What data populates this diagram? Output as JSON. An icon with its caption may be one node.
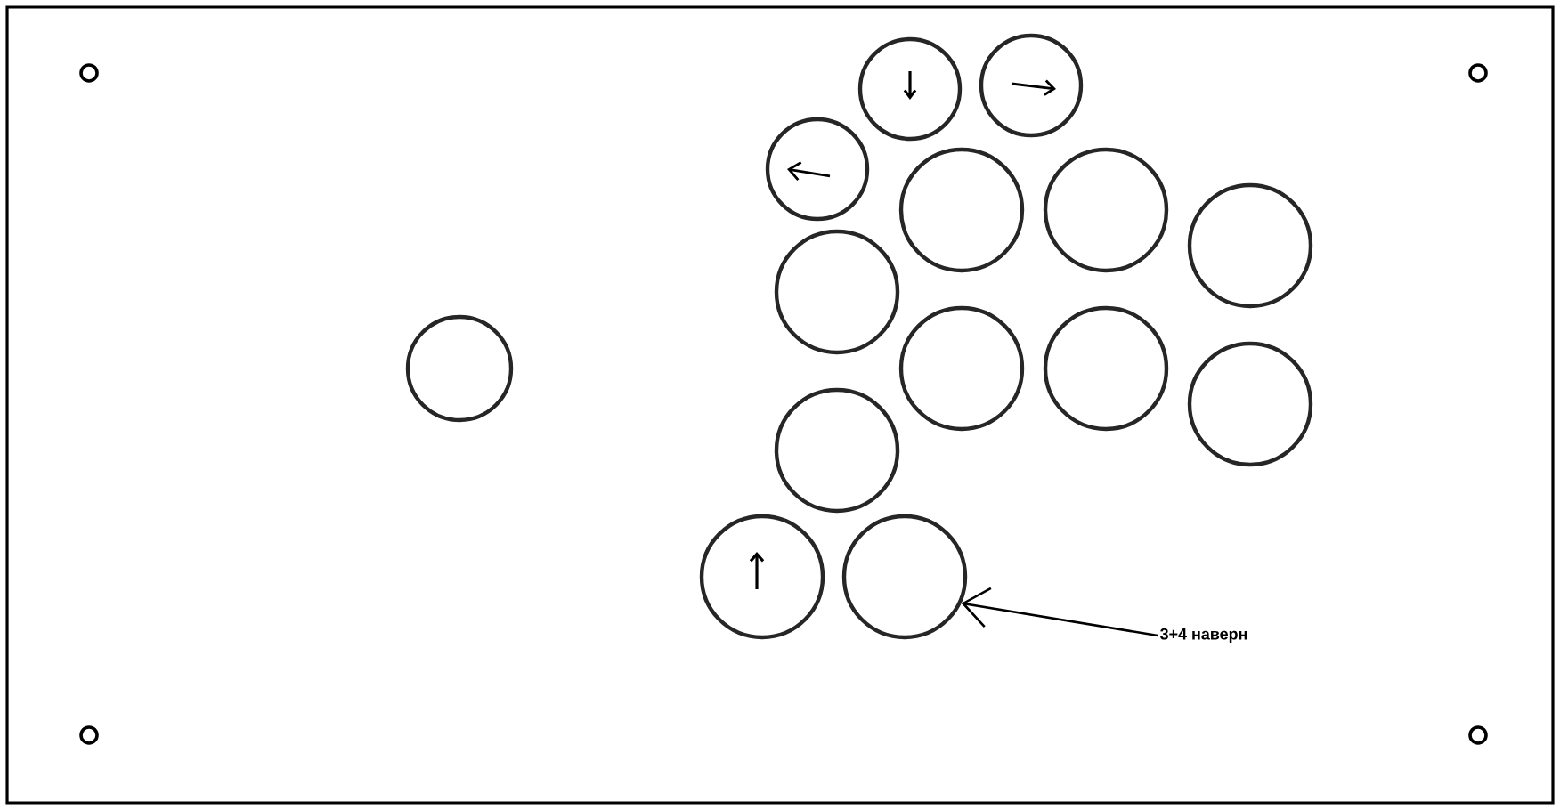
{
  "diagram": {
    "nodes": [
      {
        "text": [],
        "shape": "circle"
      },
      {
        "text": [],
        "shape": "circle"
      },
      {
        "text": [],
        "shape": "circle"
      },
      {
        "text": [],
        "shape": "circle"
      },
      {
        "text": [],
        "shape": "circle"
      },
      {
        "text": [],
        "shape": "circle"
      },
      {
        "text": [],
        "shape": "circle"
      },
      {
        "text": [],
        "shape": "circle"
      },
      {
        "text": [],
        "shape": "circle"
      },
      {
        "text": [],
        "shape": "circle"
      },
      {
        "text": [],
        "shape": "circle"
      },
      {
        "text": [],
        "shape": "circle"
      },
      {
        "text": [],
        "shape": "circle"
      },
      {
        "text": [],
        "shape": "circle"
      },
      {
        "text": [
          "3+4 наверн"
        ]
      }
    ],
    "edges": [
      {
        "from": 14,
        "to": 13,
        "arrow": "to"
      }
    ]
  }
}
